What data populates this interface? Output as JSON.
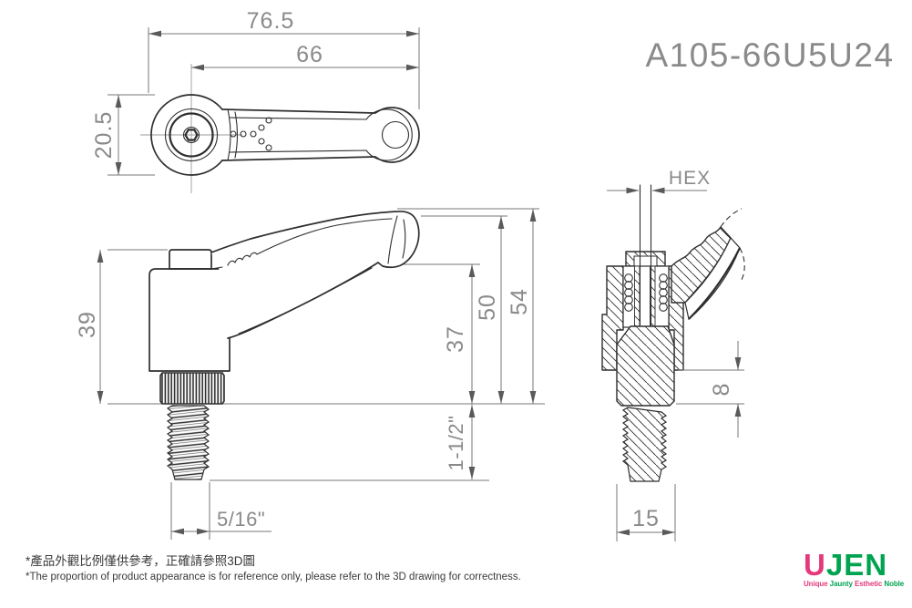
{
  "part_number": "A105-66U5U24",
  "dims": {
    "total_width": "76.5",
    "arm_length": "66",
    "head_width": "20.5",
    "body_height": "39",
    "handle_underside_height": "37",
    "handle_top_height": "50",
    "overall_height": "54",
    "thread_length": "1-1/2\"",
    "thread_size": "5/16\"",
    "hex_label": "HEX",
    "collar_height": "8",
    "base_width": "15"
  },
  "notes": {
    "zh": "*產品外觀比例僅供參考，正確請參照3D圖",
    "en": "*The proportion of product appearance is for reference only, please refer to the 3D drawing for correctness."
  },
  "logo": {
    "word_u": "U",
    "word_jen": "JEN",
    "tagline": [
      "Unique",
      "Jaunty",
      "Esthetic",
      "Noble"
    ],
    "colors": {
      "pink": "#e5397b",
      "green": "#00a350"
    }
  },
  "colors": {
    "part_line": "#2e2e2e",
    "dimension_line": "#777777",
    "dimension_text": "#8a8a8a",
    "background": "#ffffff"
  }
}
